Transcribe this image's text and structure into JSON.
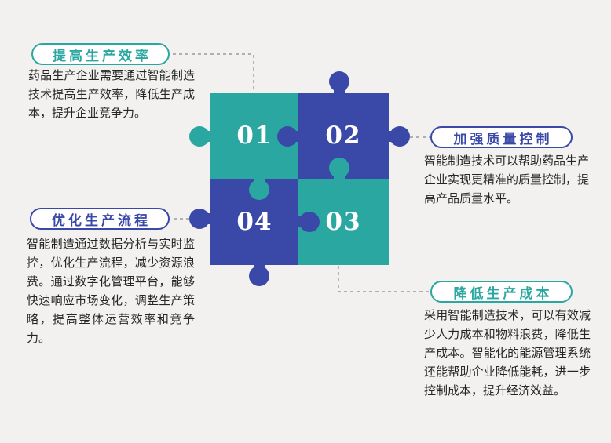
{
  "colors": {
    "teal": "#2aa7a0",
    "blue": "#3a49a8",
    "background": "#f2f1ef",
    "text": "#262626",
    "connector": "#9b9b9b",
    "pill_background": "#ffffff",
    "number_text": "#ffffff"
  },
  "puzzle": {
    "pieces": [
      {
        "number": "01",
        "color": "teal",
        "position": "top-left"
      },
      {
        "number": "02",
        "color": "blue",
        "position": "top-right"
      },
      {
        "number": "03",
        "color": "teal",
        "position": "bottom-right"
      },
      {
        "number": "04",
        "color": "blue",
        "position": "bottom-left"
      }
    ]
  },
  "callouts": [
    {
      "id": "efficiency",
      "label": "提高生产效率",
      "accent": "teal",
      "linked_piece": "01",
      "description": "药品生产企业需要通过智能制造技术提高生产效率，降低生产成本，提升企业竞争力。"
    },
    {
      "id": "quality",
      "label": "加强质量控制",
      "accent": "blue",
      "linked_piece": "02",
      "description": "智能制造技术可以帮助药品生产企业实现更精准的质量控制，提高产品质量水平。"
    },
    {
      "id": "process",
      "label": "优化生产流程",
      "accent": "blue",
      "linked_piece": "04",
      "description": "智能制造通过数据分析与实时监控，优化生产流程，减少资源浪费。通过数字化管理平台，能够快速响应市场变化，调整生产策略，提高整体运营效率和竞争力。"
    },
    {
      "id": "cost",
      "label": "降低生产成本",
      "accent": "teal",
      "linked_piece": "03",
      "description": "采用智能制造技术，可以有效减少人力成本和物料浪费，降低生产成本。智能化的能源管理系统还能帮助企业降低能耗，进一步控制成本，提升经济效益。"
    }
  ]
}
